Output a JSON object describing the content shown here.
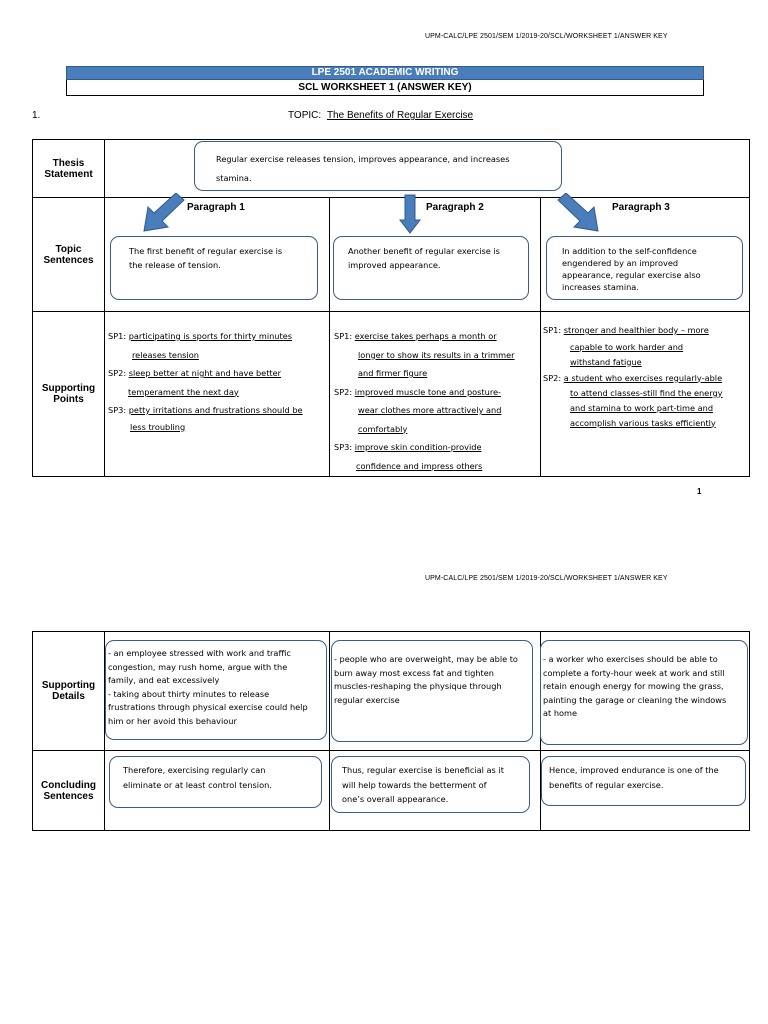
{
  "header_code": "UPM-CALC/LPE 2501/SEM 1/2019-20/SCL/WORKSHEET 1/ANSWER KEY",
  "course_title": "LPE 2501 ACADEMIC WRITING",
  "worksheet_title": "SCL WORKSHEET 1 (ANSWER KEY)",
  "question_number": "1.",
  "topic_label": "TOPIC:",
  "topic_value": "The Benefits of Regular Exercise",
  "row_labels": {
    "thesis": [
      "Thesis",
      "Statement"
    ],
    "topic": [
      "Topic",
      "Sentences"
    ],
    "supporting_points": [
      "Supporting",
      "Points"
    ],
    "supporting_details": [
      "Supporting",
      "Details"
    ],
    "concluding": [
      "Concluding",
      "Sentences"
    ]
  },
  "thesis_lines": [
    "Regular exercise releases tension, improves appearance, and increases",
    "stamina."
  ],
  "paragraph_labels": [
    "Paragraph 1",
    "Paragraph 2",
    "Paragraph 3"
  ],
  "topic_sentences": [
    [
      "The first benefit of regular exercise is",
      "the release of tension."
    ],
    [
      "Another benefit of regular exercise is",
      "improved appearance."
    ],
    [
      "In addition to the self-confidence",
      "engendered by an improved",
      "appearance, regular exercise also",
      "increases stamina."
    ]
  ],
  "supporting_points": {
    "p1": [
      [
        "SP1: ",
        "participating is sports for thirty minutes"
      ],
      [
        "",
        "releases tension"
      ],
      [
        "SP2: ",
        "sleep better at night and have better"
      ],
      [
        "",
        "temperament the next day"
      ],
      [
        "SP3: ",
        "petty irritations and frustrations should be"
      ],
      [
        "",
        "less troubling"
      ]
    ],
    "p2": [
      [
        "SP1:  ",
        "exercise takes perhaps a month or"
      ],
      [
        "",
        "longer to show its results in a trimmer"
      ],
      [
        "",
        "and firmer figure"
      ],
      [
        "SP2:  ",
        "improved muscle tone and posture-"
      ],
      [
        "",
        "wear clothes more attractively and"
      ],
      [
        "",
        "comfortably"
      ],
      [
        "SP3:  ",
        "improve skin condition-provide"
      ],
      [
        "",
        "confidence and impress others"
      ]
    ],
    "p3": [
      [
        "SP1:  ",
        "stronger and healthier body – more"
      ],
      [
        "",
        "capable to work harder and"
      ],
      [
        "",
        "withstand fatigue"
      ],
      [
        "SP2:  ",
        "a student who exercises regularly-able"
      ],
      [
        "",
        "to attend classes-still find the energy"
      ],
      [
        "",
        "and stamina to work part-time and"
      ],
      [
        "",
        "accomplish various tasks efficiently"
      ]
    ]
  },
  "page_number": "1",
  "supporting_details": [
    [
      "- an employee stressed with work and traffic",
      "congestion, may rush home, argue with the",
      "family, and eat excessively",
      "- taking about thirty minutes to release",
      "frustrations through physical exercise could help",
      "him or her avoid this behaviour"
    ],
    [
      "- people who are overweight, may be able to",
      "burn away most excess fat and tighten",
      "muscles-reshaping the physique through",
      "regular exercise"
    ],
    [
      "- a worker who exercises should be able to",
      "complete a forty-hour week at work and still",
      "retain enough energy for mowing the grass,",
      "painting the garage or cleaning the windows",
      "at home"
    ]
  ],
  "concluding_sentences": [
    [
      "Therefore, exercising regularly can",
      "eliminate or at least control tension."
    ],
    [
      "Thus, regular exercise is beneficial as it",
      "will help towards the betterment of",
      "one’s overall appearance."
    ],
    [
      "Hence, improved endurance is one of the",
      "benefits of regular exercise."
    ]
  ],
  "colors": {
    "title_band": "#4a7ebb",
    "bubble_border": "#3b5c86",
    "arrow_fill": "#4a7ebb"
  },
  "icons": [
    "arrow-down-left-icon",
    "arrow-down-icon",
    "arrow-down-right-icon"
  ]
}
